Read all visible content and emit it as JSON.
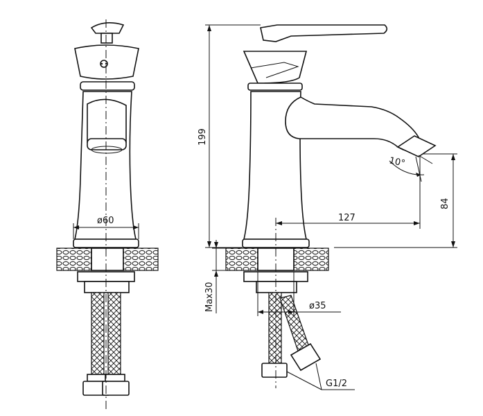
{
  "dimensions": {
    "diameter_body": "ø60",
    "height": "199",
    "reach": "127",
    "spout_height": "84",
    "angle": "10°",
    "max_thickness": "Max30",
    "diameter_hole": "ø35",
    "thread": "G1/2"
  },
  "colors": {
    "line": "#111111",
    "background": "#ffffff"
  }
}
